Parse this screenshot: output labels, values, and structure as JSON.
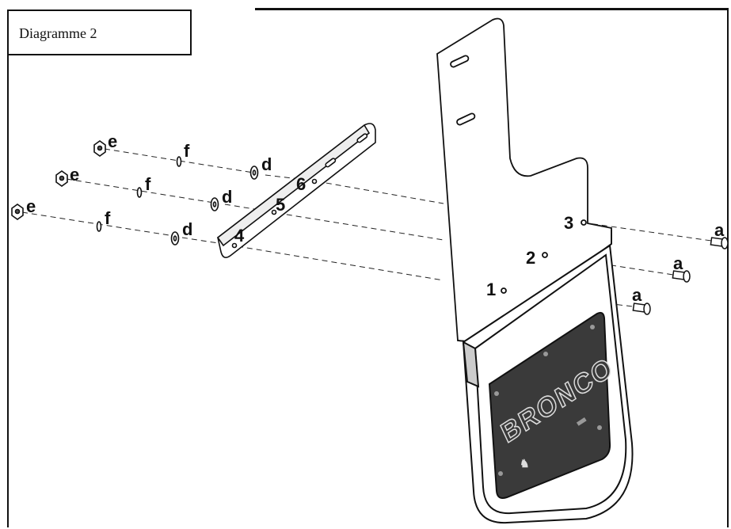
{
  "title": "Diagramme 2",
  "parts": {
    "a": "a",
    "d": "d",
    "e": "e",
    "f": "f"
  },
  "holes": [
    "1",
    "2",
    "3",
    "4",
    "5",
    "6"
  ],
  "plate_text": "BRONCO"
}
